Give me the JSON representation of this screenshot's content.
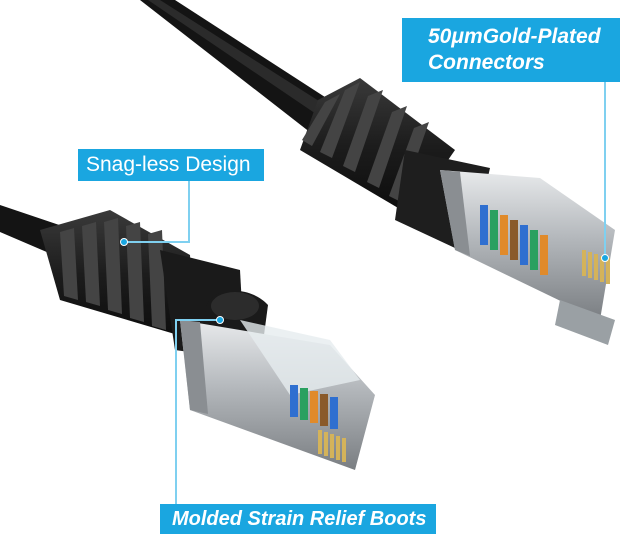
{
  "callouts": {
    "gold_line1": "50μmGold-Plated",
    "gold_line2": "Connectors",
    "snag": "Snag-less Design",
    "boots": "Molded Strain Relief Boots"
  },
  "colors": {
    "callout_bg": "#1aa6e0",
    "callout_text": "#ffffff",
    "leader_line": "#7fd0f0",
    "cable_black": "#1a1a1a",
    "shield_metal": "#b8bcc0",
    "gold_contact": "#d4b35a"
  }
}
